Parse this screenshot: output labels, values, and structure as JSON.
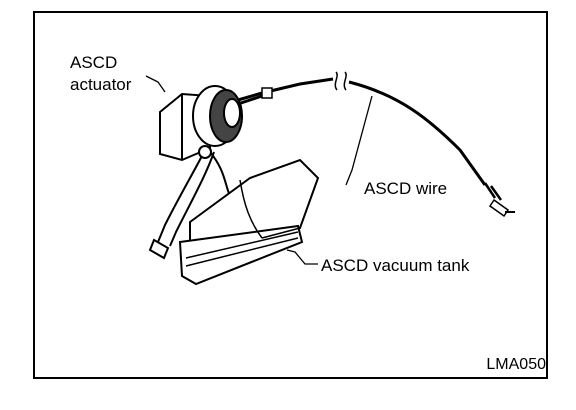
{
  "figure": {
    "labels": {
      "actuator_line1": "ASCD",
      "actuator_line2": "actuator",
      "wire": "ASCD wire",
      "vacuum_tank": "ASCD vacuum tank"
    },
    "figure_id": "LMA050"
  },
  "colors": {
    "ink": "#000000",
    "paper": "#ffffff",
    "shade": "#555555"
  }
}
